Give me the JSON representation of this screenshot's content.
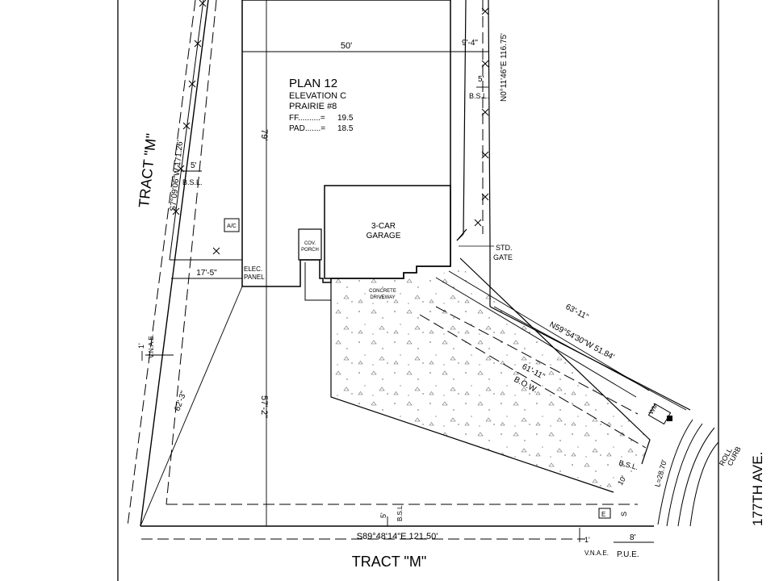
{
  "plan": {
    "title": "PLAN  12",
    "elevation": "ELEVATION C",
    "style": "PRAIRIE #8",
    "ff_label": "FF..........=",
    "ff_value": "19.5",
    "pad_label": "PAD.......=",
    "pad_value": "18.5"
  },
  "rooms": {
    "garage_line1": "3-CAR",
    "garage_line2": "GARAGE",
    "porch_line1": "COV.",
    "porch_line2": "PORCH",
    "ac": "A/C",
    "elec_line1": "ELEC.",
    "elec_line2": "PANEL",
    "driveway_line1": "CONCRETE",
    "driveway_line2": "DRIVEWAY",
    "gate_line1": "STD.",
    "gate_line2": "GATE",
    "wm": "WM"
  },
  "dimensions": {
    "house_width": "50'",
    "house_depth": "79'",
    "side_right": "9'-4\"",
    "bsl_top": "5'",
    "bsl_label": "B.S.L.",
    "bearing_right": "N0°11'46\"E  116.75'",
    "bearing_left": "S7°09'06\"W  171.26'",
    "bsl_left": "5'",
    "bsl_left_label": "B.S.L.",
    "left_setback": "17'-5\"",
    "vnae_left_val": "1'",
    "vnae_left": "V.N.A.E.",
    "diag": "62'-3\"",
    "front_depth": "57'-2\"",
    "bsl_bottom": "5'",
    "bsl_bottom_label": "B.S.L.",
    "bottom_bearing": "S89°48'14\"E  121.50'",
    "vnae_bottom_val": "1'",
    "vnae_bottom": "V.N.A.E.",
    "pue_val": "8'",
    "pue": "P.U.E.",
    "dim_63": "63'-11\"",
    "bearing_diag": "N59°54'30\"W  51.84'",
    "dim_61": "61'-11\"",
    "bow": "B.O.W.",
    "bsl_right_label": "B.S.L.",
    "ten": "10'",
    "curve": "L=28.70'",
    "five_bsl": "5'",
    "s_mark": "S",
    "e_mark": "E"
  },
  "labels": {
    "tract_left": "TRACT \"M\"",
    "tract_bottom": "TRACT \"M\"",
    "street": "177TH AVE.",
    "roll_line1": "ROLL",
    "roll_line2": "CURB"
  }
}
